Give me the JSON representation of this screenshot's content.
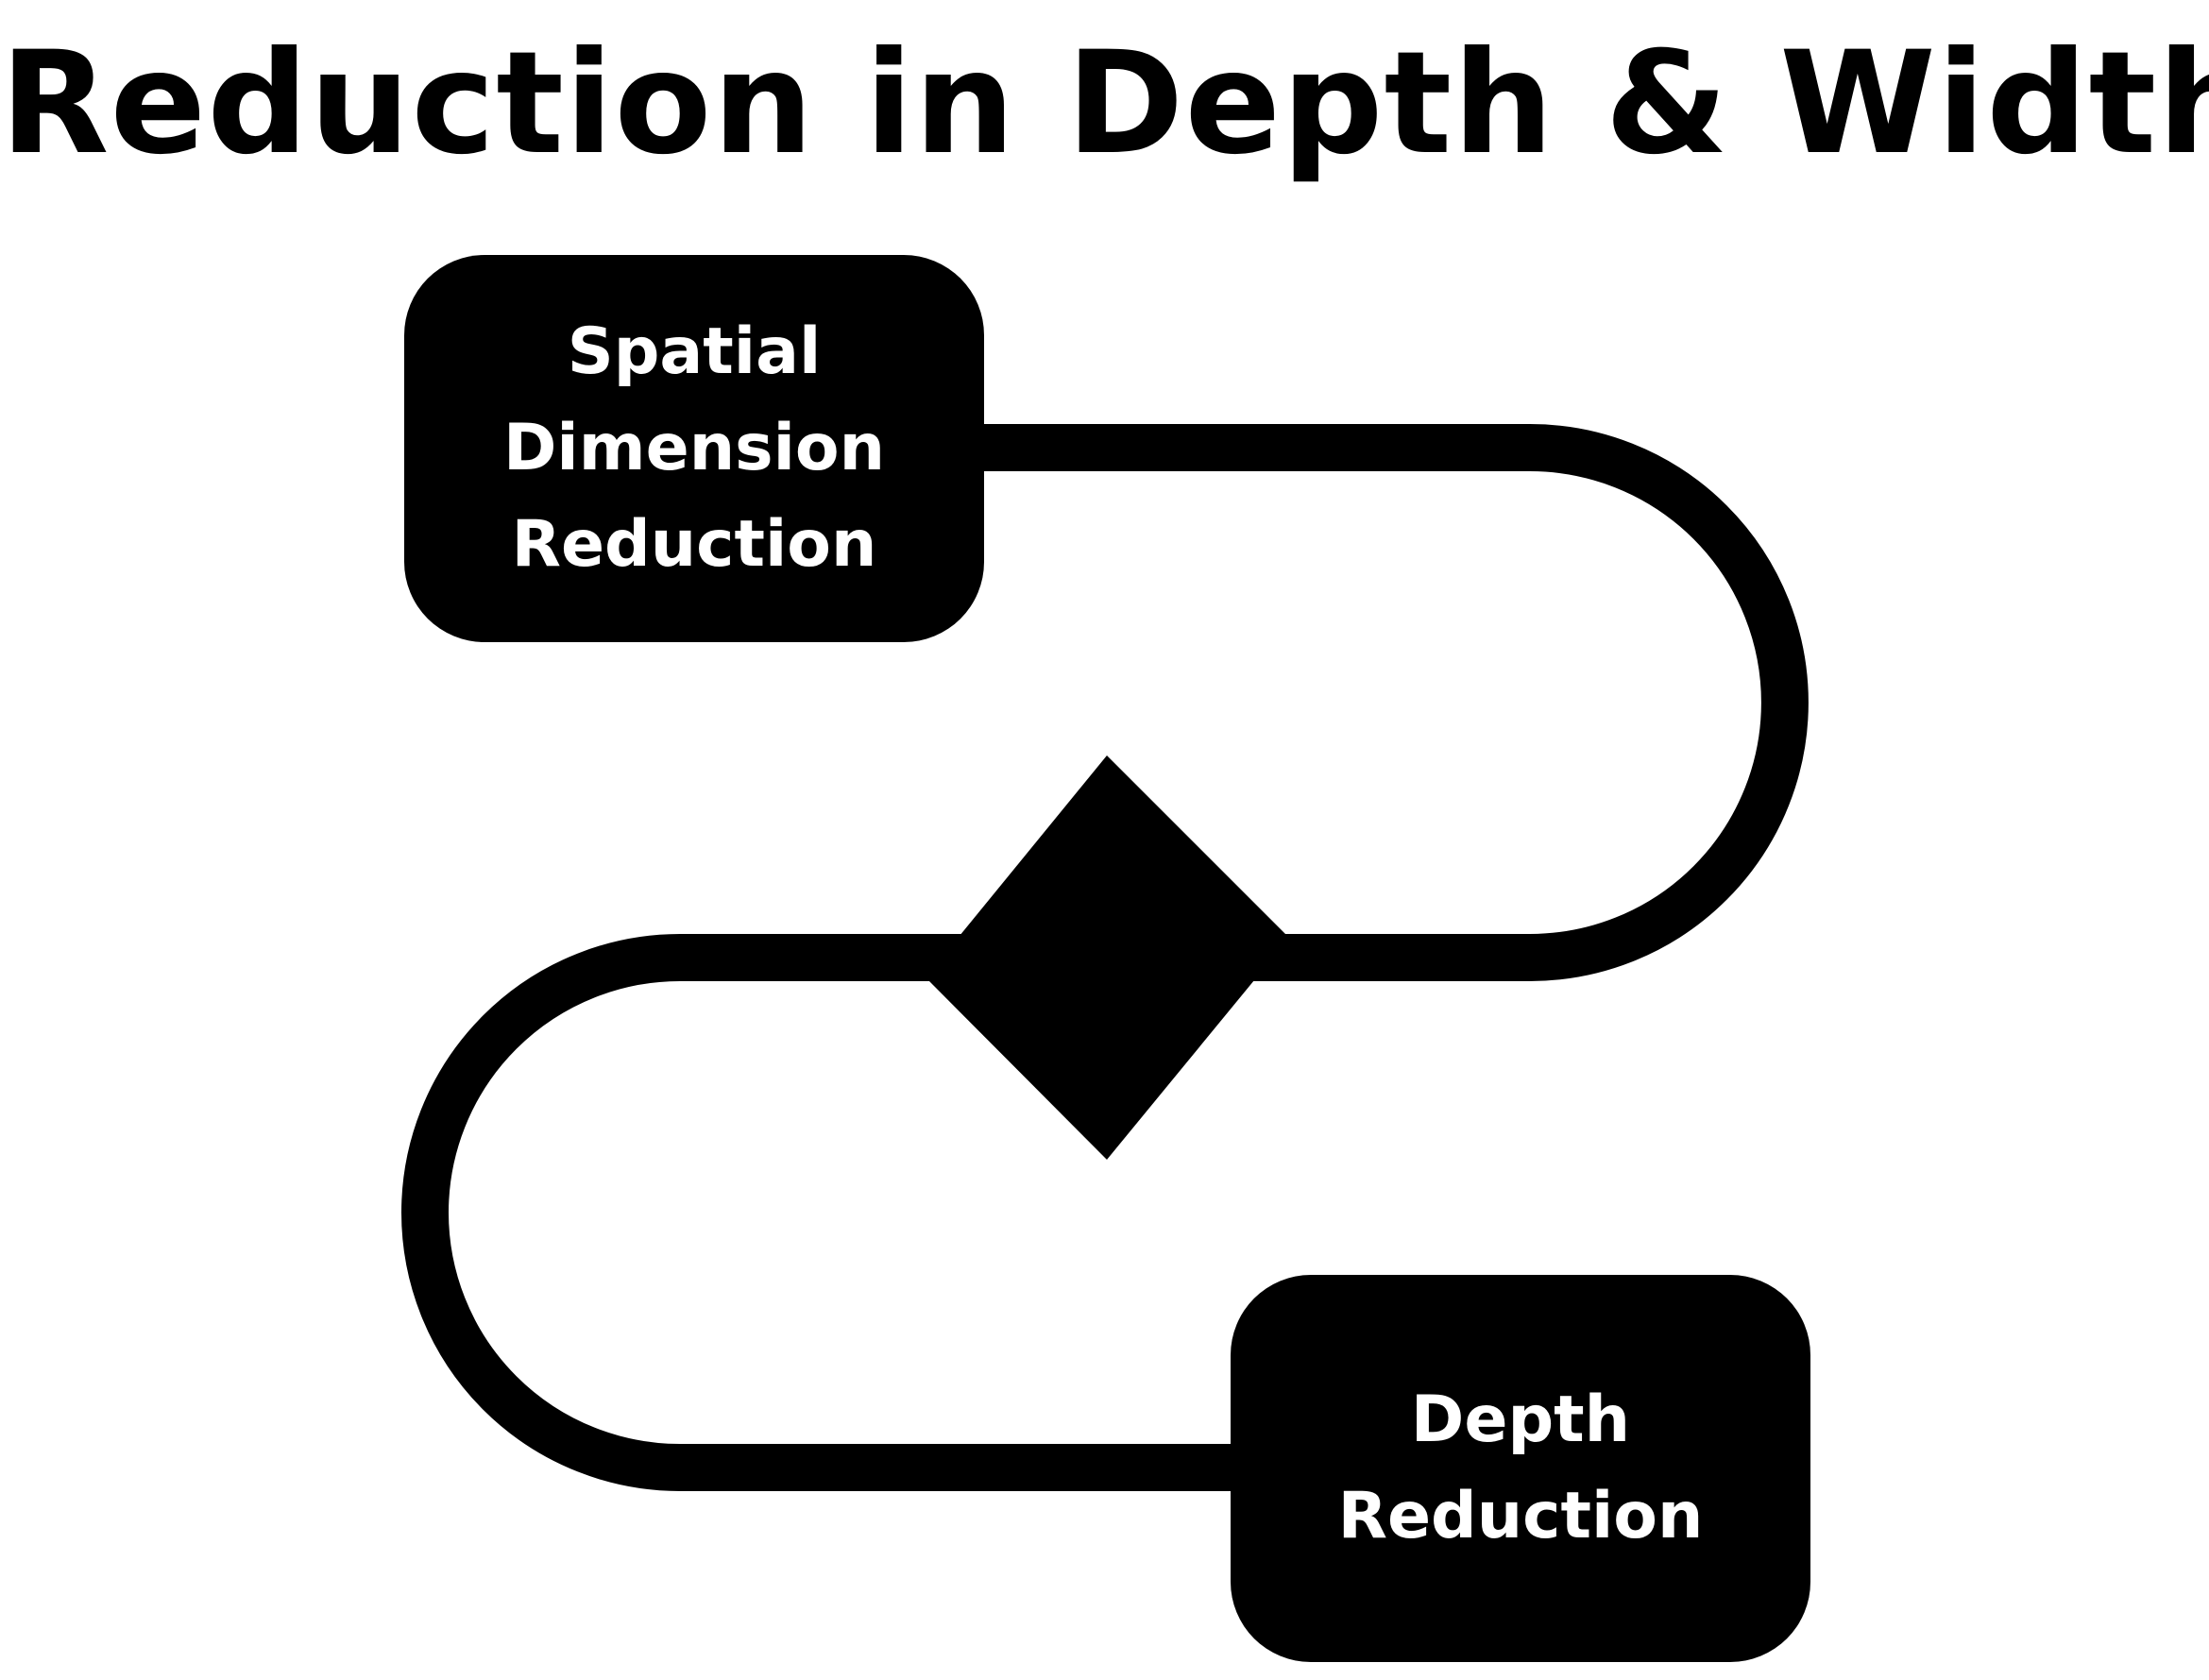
{
  "title": "Reduction in Depth & Width",
  "nodes": {
    "spatial": {
      "lines": [
        "Spatial",
        "Dimension",
        "Reduction"
      ]
    },
    "depth": {
      "lines": [
        "Depth",
        "Reduction"
      ]
    }
  },
  "colors": {
    "ink": "#000000",
    "box_text": "#ffffff",
    "background": "#ffffff"
  }
}
